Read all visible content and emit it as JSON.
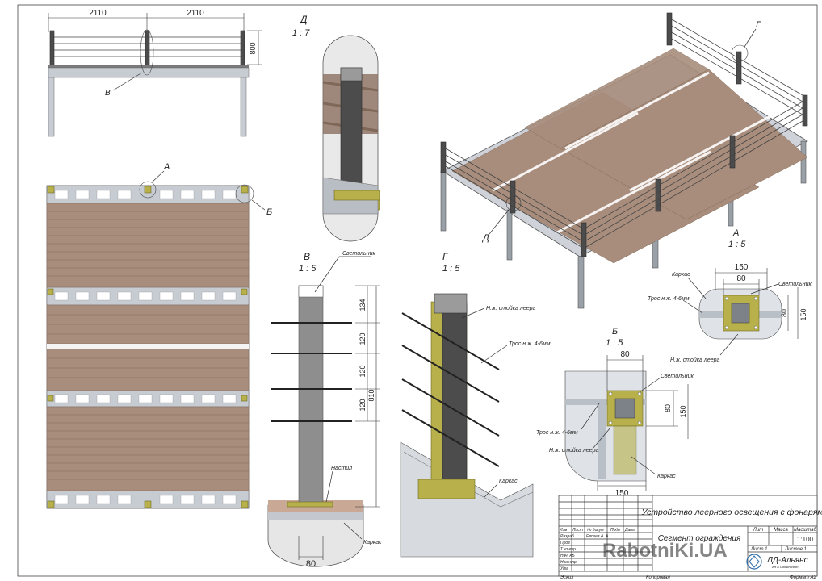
{
  "dims_top": {
    "span_left": "2110",
    "span_right": "2110",
    "height": "800",
    "callout_b": "В"
  },
  "plan": {
    "callout_a": "А",
    "callout_b": "Б"
  },
  "view_d": {
    "title": "Д",
    "scale": "1 : 7"
  },
  "view_v": {
    "title": "В",
    "scale": "1 : 5",
    "label_light": "Светильник",
    "label_deck": "Настил",
    "label_frame": "Каркас",
    "dims": [
      "134",
      "120",
      "120",
      "120"
    ],
    "total": "810",
    "bottom": "80"
  },
  "view_g": {
    "title": "Г",
    "scale": "1 : 5",
    "label_post": "Н.ж. стойка леера",
    "label_cable": "Трос н.ж. 4-6мм",
    "label_frame": "Каркас"
  },
  "iso": {
    "callout_g": "Г",
    "callout_d": "Д"
  },
  "view_a": {
    "title": "А",
    "scale": "1 : 5",
    "dim_w": "150",
    "dim_i": "80",
    "dim_h1": "80",
    "dim_h2": "150",
    "label_frame": "Каркас",
    "label_light": "Светильник",
    "label_cable": "Трос н.ж. 4-6мм",
    "label_post": "Н.ж. стойка леера"
  },
  "view_b": {
    "title": "Б",
    "scale": "1 : 5",
    "dim_top": "80",
    "dim_h1": "80",
    "dim_h2": "150",
    "dim_bottom": "150",
    "label_light": "Светильник",
    "label_cable": "Трос н.ж. 4-6мм",
    "label_post": "Н.ж. стойка леера",
    "label_frame": "Каркас"
  },
  "title_block": {
    "project": "Устройство леерного освещения с фонарями",
    "drawing": "Сегмент ограждения",
    "row_heads": [
      "Изм",
      "Лист",
      "№ докум",
      "Подп",
      "Дата"
    ],
    "roles": [
      "Разраб",
      "Пров",
      "Т.контр",
      "Нач. КБ",
      "Н.контр",
      "Утв"
    ],
    "author": "Евсеев А. А.",
    "col_lit": "Лит",
    "col_mass": "Масса",
    "col_scale": "Масштаб",
    "scale_value": "1:100",
    "sheet": "Лист 1",
    "sheets": "Листов 1",
    "company": "ЛД-Альянс",
    "company_sub": "Art & Construction",
    "bottom_left": "Эскиз",
    "bottom_mid": "Копировал",
    "format": "Формат А2",
    "watermark": "RabotniKi.UA"
  }
}
